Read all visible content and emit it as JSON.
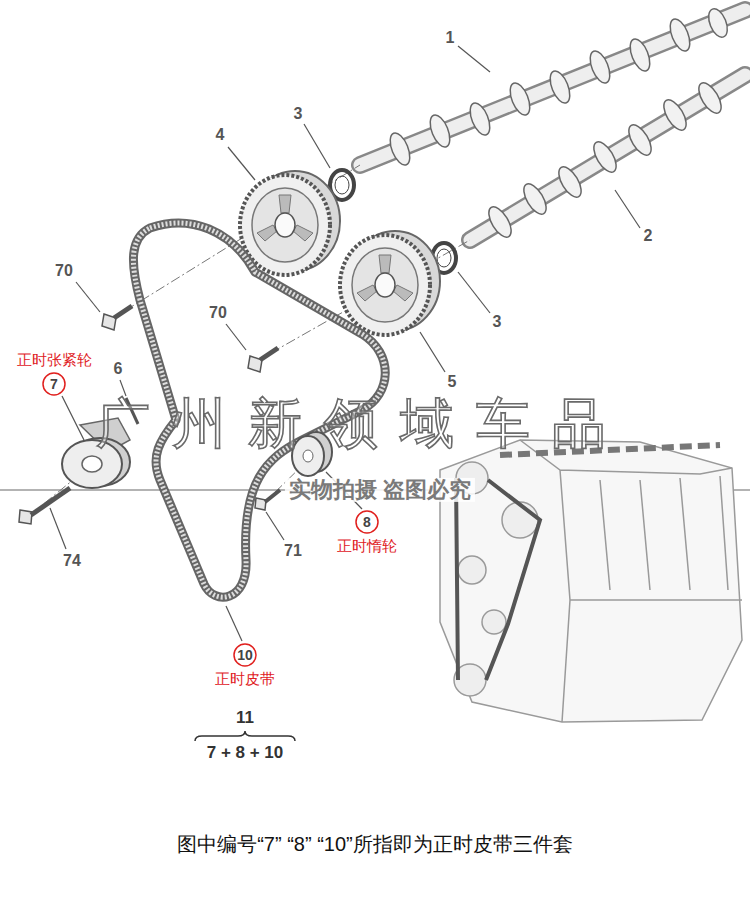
{
  "diagram": {
    "caption": "图中编号“7” “8” “10”所指即为正时皮带三件套",
    "nodes": [
      {
        "text": [
          "正时张紧轮",
          "7"
        ]
      },
      {
        "text": [
          "8",
          "正时惰轮"
        ]
      },
      {
        "text": [
          "10",
          "正时皮带"
        ]
      }
    ],
    "labels": [
      "1",
      "2",
      "3",
      "3",
      "4",
      "5",
      "70",
      "70",
      "6",
      "74",
      "71",
      "11",
      "7 + 8 + 10",
      "广州新领域车品",
      "实物拍摄 盗图必究"
    ]
  }
}
